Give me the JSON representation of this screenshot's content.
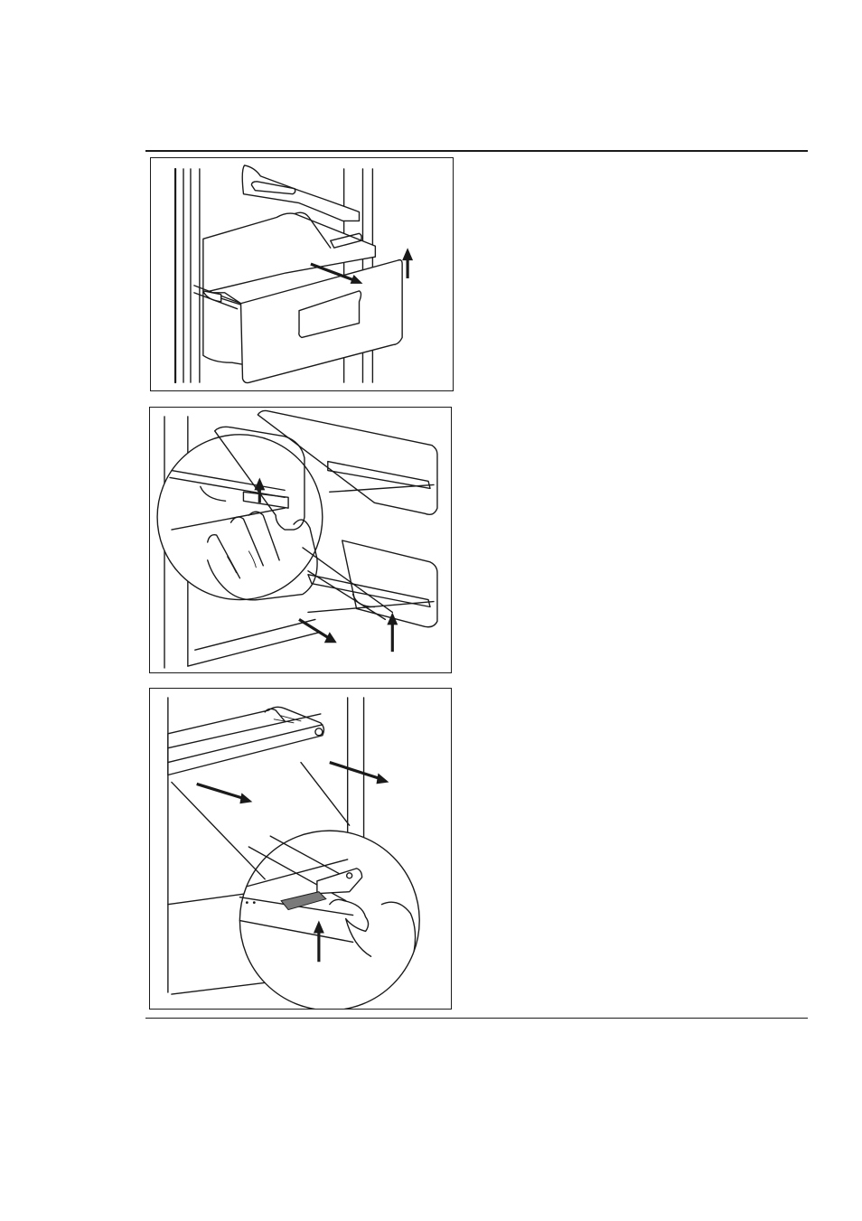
{
  "page": {
    "figures": [
      {
        "id": "fig1",
        "depicts": "removing-drawer"
      },
      {
        "id": "fig2",
        "depicts": "removing-glass-shelf"
      },
      {
        "id": "fig3",
        "depicts": "removing-shelf-rails"
      }
    ]
  },
  "colors": {
    "line": "#1a1a1a",
    "background": "#ffffff"
  }
}
